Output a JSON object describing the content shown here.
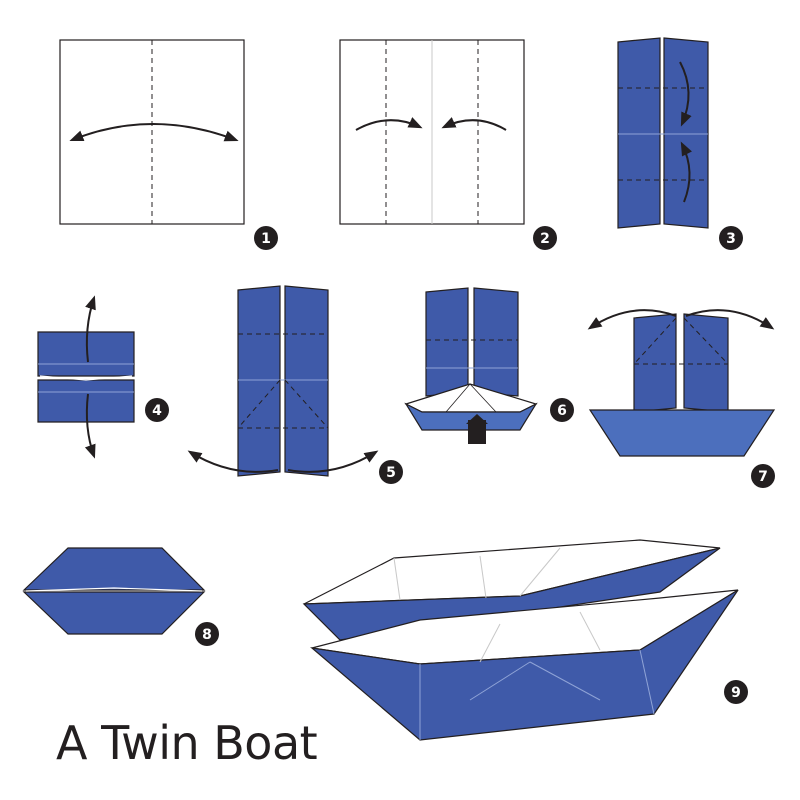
{
  "title": "A Twin Boat",
  "steps": [
    {
      "label": "1"
    },
    {
      "label": "2"
    },
    {
      "label": "3"
    },
    {
      "label": "4"
    },
    {
      "label": "5"
    },
    {
      "label": "6"
    },
    {
      "label": "7"
    },
    {
      "label": "8"
    },
    {
      "label": "9"
    }
  ],
  "colors": {
    "paper_blue": "#3f5aa9",
    "paper_blue_light": "#4c6fbd",
    "paper_white": "#ffffff",
    "outline": "#231f20",
    "fold_line": "#231f20"
  }
}
